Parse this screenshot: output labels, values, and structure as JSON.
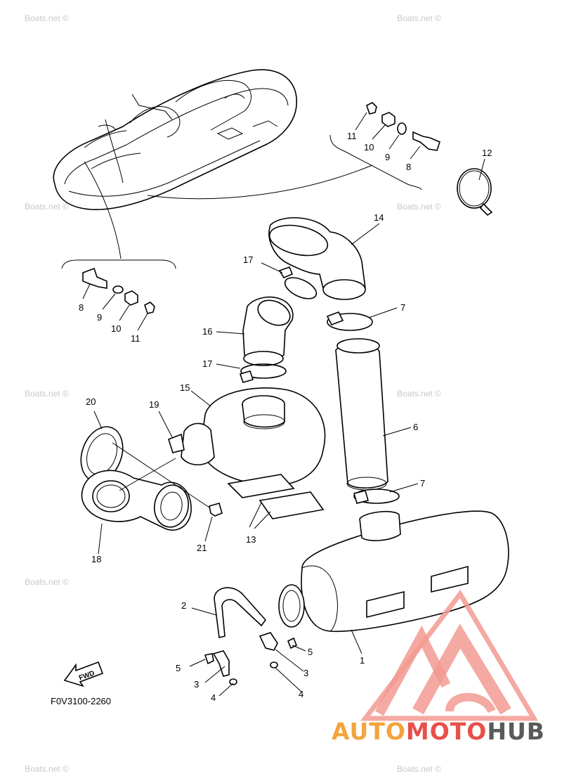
{
  "watermark": "Boats.net ©",
  "figure_code": "F0V3100-2260",
  "fwd_label": "FWD",
  "brand": {
    "part1": "AUTO",
    "part2": "MOTO",
    "part3": "HUB",
    "color_light": "#f4a43c",
    "color_red": "#e8504a",
    "color_dark": "#5a5a5a"
  },
  "callouts": [
    "1",
    "2",
    "3",
    "3",
    "4",
    "4",
    "5",
    "5",
    "6",
    "7",
    "7",
    "8",
    "8",
    "9",
    "9",
    "10",
    "10",
    "11",
    "11",
    "12",
    "13",
    "14",
    "15",
    "16",
    "17",
    "17",
    "18",
    "19",
    "20",
    "21"
  ],
  "icons": [
    "fwd-arrow-icon",
    "automotohub-logo-icon"
  ]
}
